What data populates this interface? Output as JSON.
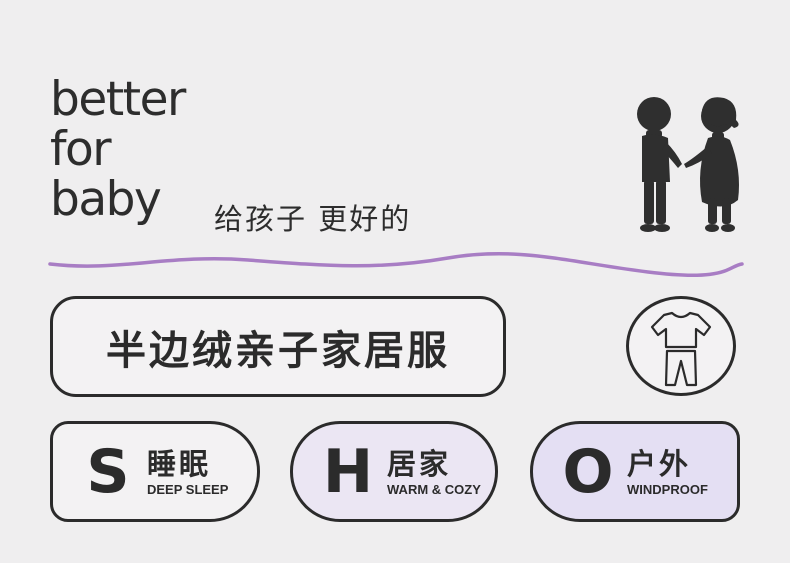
{
  "brand": {
    "line1": "better",
    "line2": "for",
    "line3": "baby",
    "tagline": "给孩子 更好的"
  },
  "colors": {
    "wave": "#a87dc4",
    "outline": "#2b2b2b",
    "background": "#efeeef"
  },
  "icons": {
    "kids": "kids-holding-hands-icon",
    "pajamas": "pajamas-icon"
  },
  "product": {
    "title": "半边绒亲子家居服"
  },
  "features": [
    {
      "letter": "S",
      "cn": "睡眠",
      "en": "DEEP SLEEP"
    },
    {
      "letter": "H",
      "cn": "居家",
      "en": "WARM & COZY"
    },
    {
      "letter": "O",
      "cn": "户外",
      "en": "WINDPROOF"
    }
  ]
}
